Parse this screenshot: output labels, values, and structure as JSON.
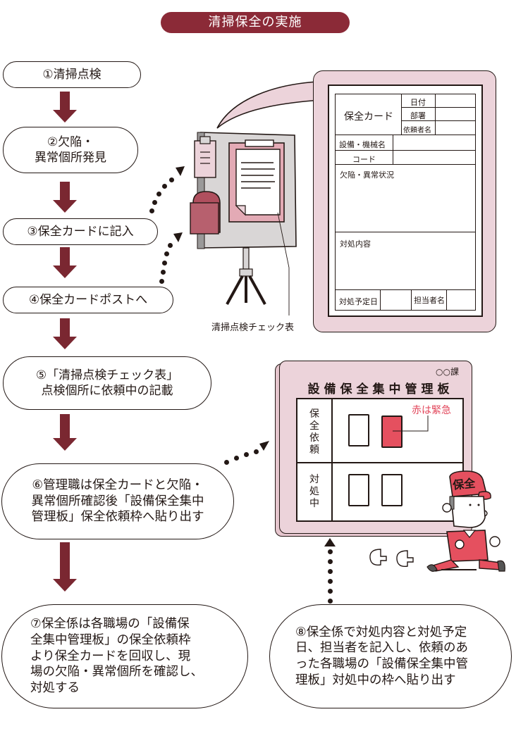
{
  "title": "清掃保全の実施",
  "steps": [
    {
      "label": "①清掃点検"
    },
    {
      "label": "②欠陥・\n異常個所発見"
    },
    {
      "label": "③保全カードに記入"
    },
    {
      "label": "④保全カードポストへ"
    },
    {
      "label": "⑤「清掃点検チェック表」\n点検個所に依頼中の記載"
    },
    {
      "label": "⑥管理職は保全カードと欠陥・\n異常個所確認後「設備保全集中\n管理板」保全依頼枠へ貼り出す"
    },
    {
      "label": "⑦保全係は各職場の「設備保\n全集中管理板」の保全依頼枠\nより保全カードを回収し、現\n場の欠陥・異常個所を確認し、\n対処する"
    },
    {
      "label": "⑧保全係で対処内容と対処予定\n日、担当者を記入し、依頼のあ\nった各職場の「設備保全集中管\n理板」対処中の枠へ貼り出す"
    }
  ],
  "card": {
    "title": "保全カード",
    "date": "日付",
    "department": "部署",
    "requester": "依頼者名",
    "equipment": "設備・機械名",
    "code": "コード",
    "defect": "欠陥・異常状況",
    "action": "対処内容",
    "scheduled_date": "対処予定日",
    "assignee": "担当者名"
  },
  "checklist_caption": "清掃点検チェック表",
  "board": {
    "course": "○○課",
    "title": "設備保全集中管理板",
    "row_request": "保全依頼",
    "row_in_progress": "対処中",
    "urgent_note": "赤は緊急"
  },
  "worker_cap": "保全",
  "colors": {
    "title_bg": "#8b2a37",
    "arrow": "#7a2731",
    "pink": "#ecd3da",
    "urgent_red": "#e5505f"
  }
}
